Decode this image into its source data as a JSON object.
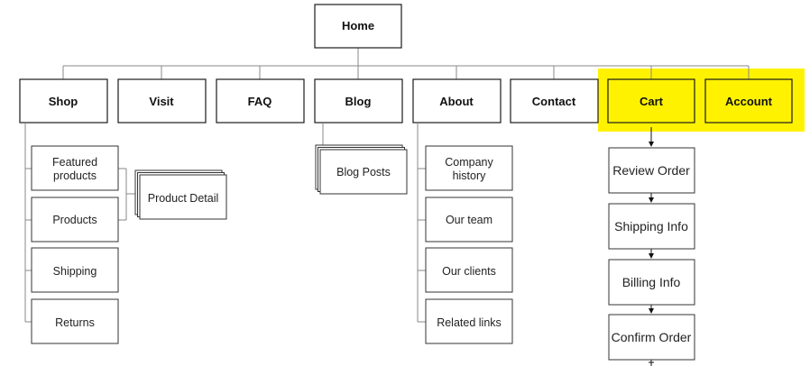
{
  "highlight_color": "#fff200",
  "home": {
    "label": "Home"
  },
  "top_nav": [
    {
      "label": "Shop"
    },
    {
      "label": "Visit"
    },
    {
      "label": "FAQ"
    },
    {
      "label": "Blog"
    },
    {
      "label": "About"
    },
    {
      "label": "Contact"
    },
    {
      "label": "Cart"
    },
    {
      "label": "Account"
    }
  ],
  "shop_children": {
    "featured": [
      "Featured",
      "products"
    ],
    "products": "Products",
    "shipping": "Shipping",
    "returns": "Returns",
    "product_detail": "Product Detail"
  },
  "blog_children": {
    "posts": "Blog Posts"
  },
  "about_children": {
    "history": [
      "Company",
      "history"
    ],
    "team": "Our team",
    "clients": "Our clients",
    "links": "Related links"
  },
  "cart_flow": [
    "Review Order",
    "Shipping Info",
    "Billing Info",
    "Confirm Order"
  ]
}
